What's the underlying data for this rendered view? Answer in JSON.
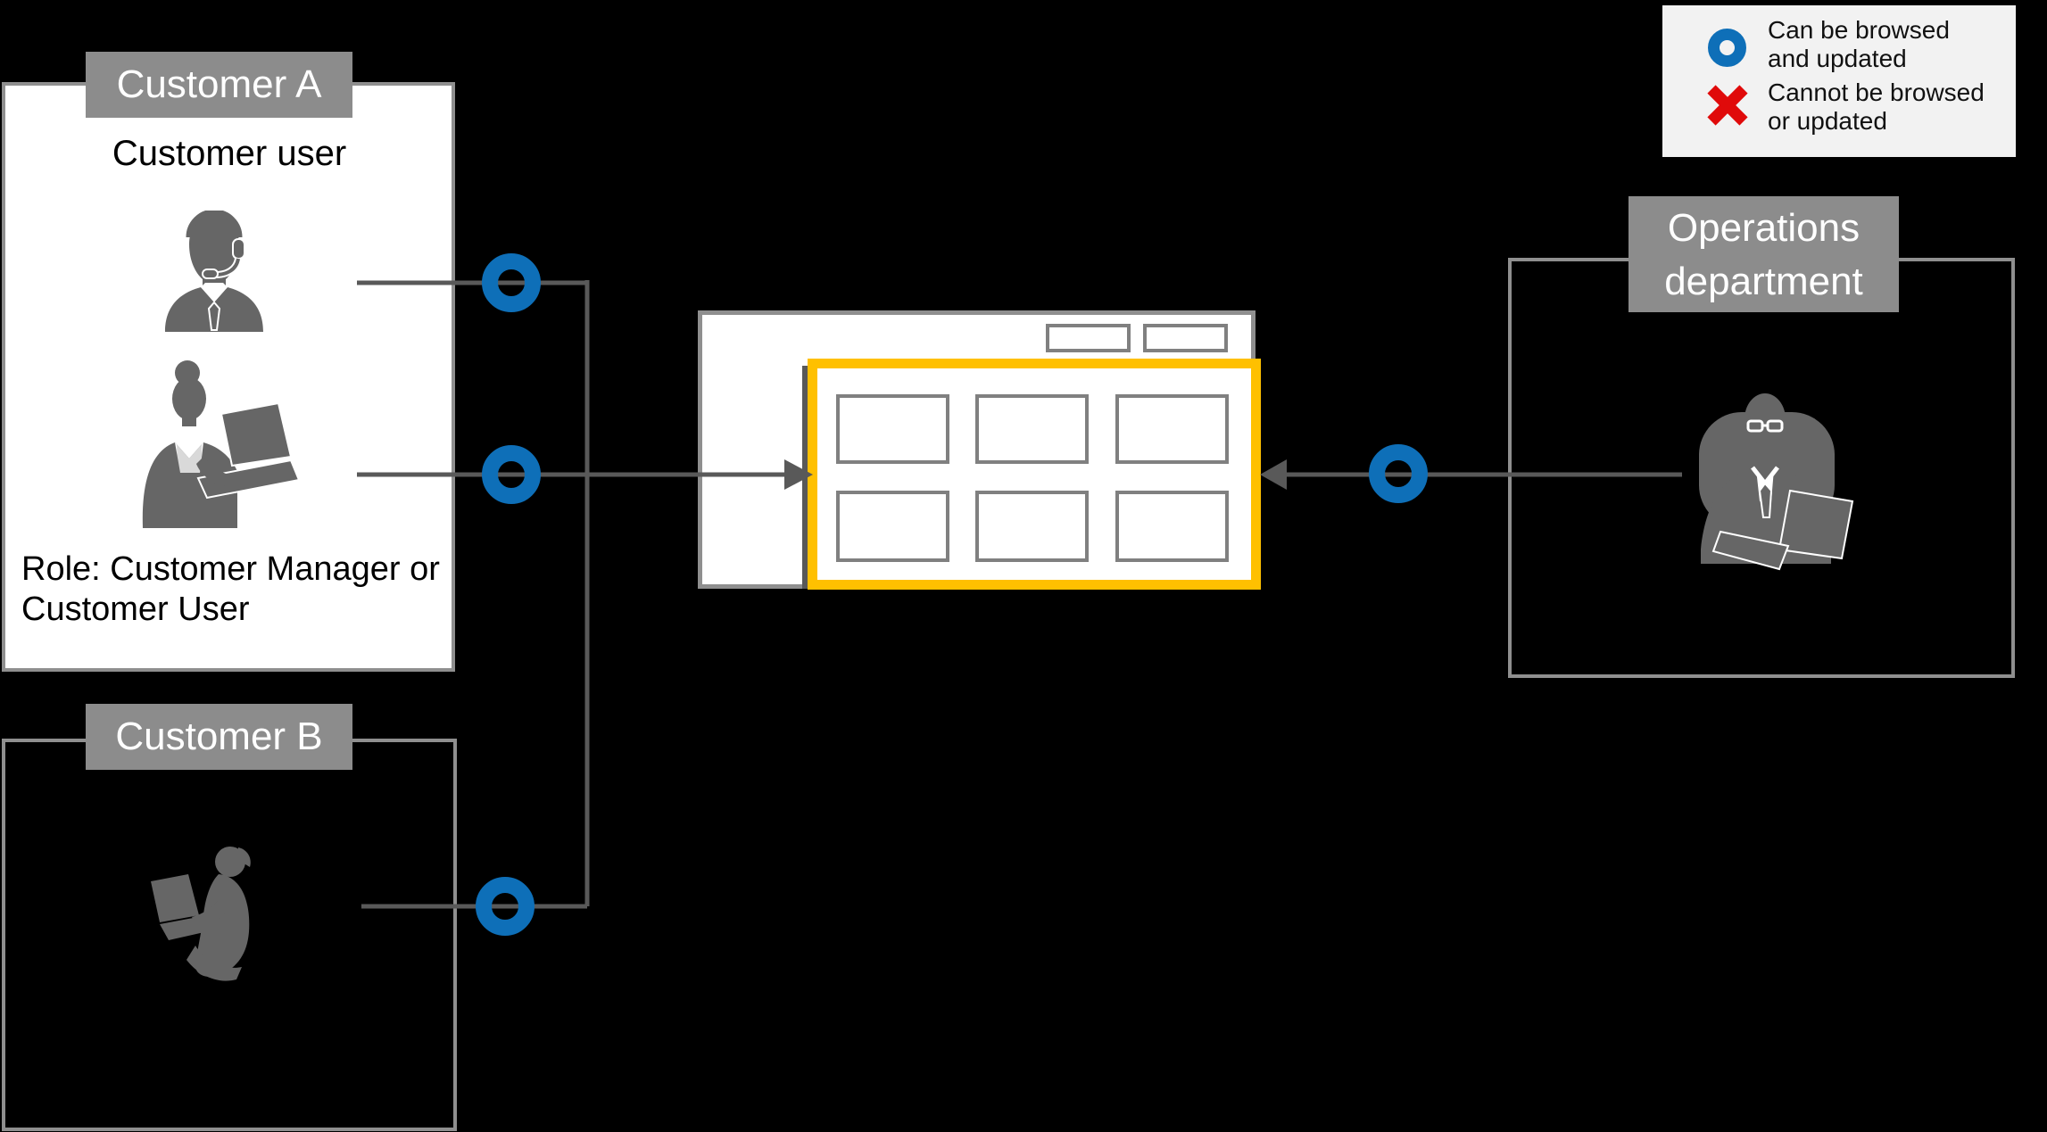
{
  "colors": {
    "bg": "#000000",
    "box-fill": "#ffffff",
    "border-gray": "#8f8f8f",
    "header-gray": "#8c8c8c",
    "header-text": "#ffffff",
    "tile-border": "#808080",
    "line-gray": "#595959",
    "person-gray": "#666666",
    "accent-blue": "#0e6fb8",
    "accent-yellow": "#ffc000",
    "accent-red": "#e00a0a",
    "legend-bg": "#f2f2f2",
    "text-dark": "#000000"
  },
  "customer_a": {
    "title": "Customer A",
    "subtitle": "Customer user",
    "role": "Role: Customer Manager or Customer User"
  },
  "customer_b": {
    "title": "Customer B"
  },
  "operations": {
    "title": "Operations department"
  },
  "legend": {
    "items": [
      {
        "icon": "can-browse-circle-icon",
        "line1": "Can be browsed",
        "line2": "and updated"
      },
      {
        "icon": "cannot-browse-x-icon",
        "line1": "Cannot be browsed",
        "line2": "or updated"
      }
    ]
  }
}
